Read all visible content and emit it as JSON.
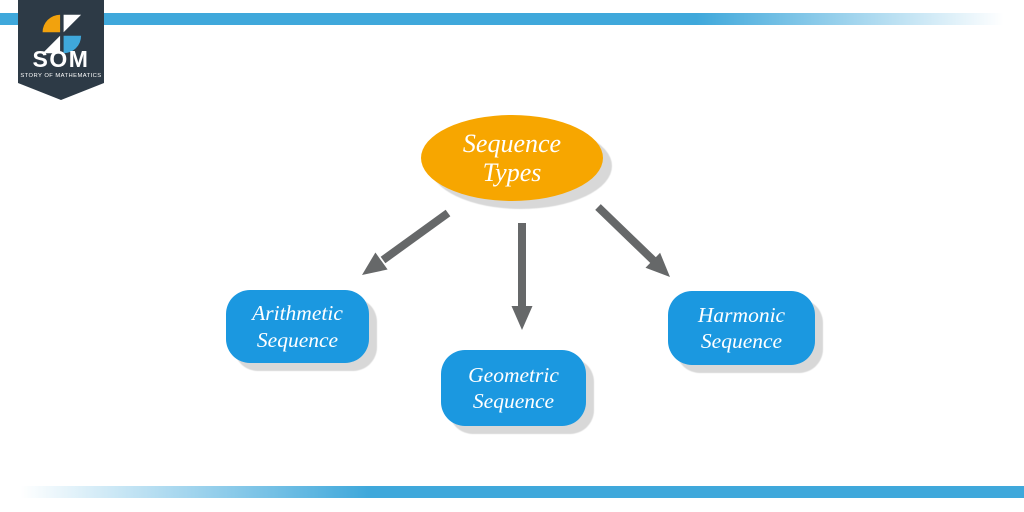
{
  "branding": {
    "logo_text": "SOM",
    "logo_tagline": "STORY OF MATHEMATICS"
  },
  "diagram": {
    "root": {
      "id": "sequence-types",
      "label": [
        "Sequence",
        "Types"
      ]
    },
    "nodes": [
      {
        "id": "arithmetic-sequence",
        "label": [
          "Arithmetic",
          "Sequence"
        ]
      },
      {
        "id": "geometric-sequence",
        "label": [
          "Geometric",
          "Sequence"
        ]
      },
      {
        "id": "harmonic-sequence",
        "label": [
          "Harmonic",
          "Sequence"
        ]
      }
    ]
  },
  "colors": {
    "root_fill": "#F7A600",
    "node_fill": "#1B98E0",
    "stripe_blue": "#3FA8DB",
    "banner_navy": "#2D3A46",
    "arrow_gray": "#666869",
    "shadow_gray": "#D8D8D8",
    "text_white": "#FFFFFF",
    "logo_orange": "#F2A20D",
    "logo_blue": "#3FA8DB"
  }
}
